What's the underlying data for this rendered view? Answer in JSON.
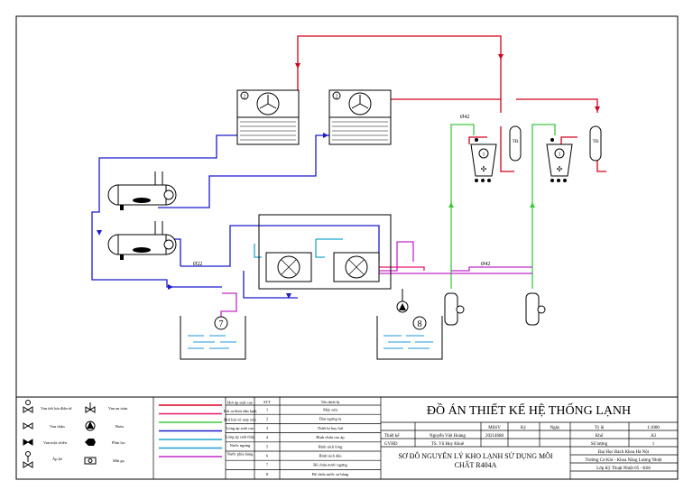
{
  "colors": {
    "border": "#000000",
    "hot_gas": "#d0021b",
    "hot_liquid": "#e8176f",
    "suction_vapor": "#3ec83e",
    "liquid_high": "#1b1bcc",
    "liquid_low": "#1fa7c9",
    "water": "#1f9ad8",
    "water_return": "#c02bc9",
    "oil": "#8a8a8a"
  },
  "labels": {
    "pipe_042_a": "Ø42",
    "pipe_042_b": "Ø42",
    "pipe_022": "Ø22",
    "comp_1a": "1",
    "comp_1b": "1",
    "cond_2a": "2",
    "cond_2b": "2",
    "evap_td_a": "TĐ",
    "evap_td_b": "TĐ",
    "tank_7": "7",
    "pump_8": "8"
  },
  "symbol_legend": [
    {
      "icon": "solenoid-valve-icon",
      "label": "Van tiết lưu điện từ"
    },
    {
      "icon": "safety-valve-icon",
      "label": "Van an toàn"
    },
    {
      "icon": "hand-valve-icon",
      "label": "Van chặn"
    },
    {
      "icon": "pump-icon",
      "label": "Bơm"
    },
    {
      "icon": "check-valve-icon",
      "label": "Van một chiều"
    },
    {
      "icon": "filter-icon",
      "label": "Phin lọc"
    },
    {
      "icon": "pressure-switch-icon",
      "label": "Áp kế"
    },
    {
      "icon": "sight-glass-icon",
      "label": "Mắt ga"
    }
  ],
  "line_legend": [
    {
      "label": "Hơi áp suất cao",
      "color": "#d0021b"
    },
    {
      "label": "Hơi ra khỏi dàn lạnh",
      "color": "#e8176f"
    },
    {
      "label": "Hơi hút về máy nén",
      "color": "#3ec83e"
    },
    {
      "label": "Lỏng áp suất cao",
      "color": "#1b1bcc"
    },
    {
      "label": "Lỏng áp suất thấp",
      "color": "#1fa7c9"
    },
    {
      "label": "Nước ngưng",
      "color": "#1f9ad8"
    },
    {
      "label": "Nước phía bảng",
      "color": "#c02bc9"
    }
  ],
  "equipment_table": {
    "headers": [
      "STT",
      "Tên thiết bị"
    ],
    "rows": [
      [
        "1",
        "Máy nén"
      ],
      [
        "2",
        "Dàn ngưng tụ"
      ],
      [
        "3",
        "Thiết bị bay hơi"
      ],
      [
        "4",
        "Bình chứa cao áp"
      ],
      [
        "5",
        "Bình tách lỏng"
      ],
      [
        "6",
        "Bình tách dầu"
      ],
      [
        "7",
        "Bể chứa nước ngưng"
      ],
      [
        "8",
        "Bể chứa nước xả băng"
      ]
    ]
  },
  "title_block": {
    "project_title": "ĐỒ ÁN THIẾT KẾ HỆ THỐNG LẠNH",
    "mssv_header": "MSSV",
    "ky_header": "Ký",
    "ngay_header": "Ngày",
    "thiet_ke_label": "Thiết kế",
    "thiet_ke_name": "Nguyễn Việt Hoàng",
    "thiet_ke_mssv": "20214688",
    "gvhd_label": "GVHD",
    "gvhd_name": "TS. Vũ Huy Khuê",
    "drawing_title_1": "SƠ ĐỒ NGUYÊN LÝ KHO LẠNH SỬ DỤNG MÔI",
    "drawing_title_2": "CHẤT R404A",
    "ty_le_label": "Tỷ lệ",
    "ty_le_value": "1:1000",
    "kho_label": "Khổ",
    "kho_value": "A3",
    "so_luong_label": "Số lượng",
    "so_luong_value": "1",
    "school": "Đại Học Bách Khoa Hà Nội",
    "faculty": "Trường Cơ Khí - Khoa Năng Lượng Nhiệt",
    "class": "Lớp Kỹ Thuật Nhiệt 05 - K66"
  }
}
